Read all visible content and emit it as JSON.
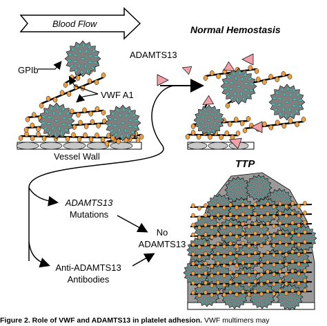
{
  "labels": {
    "blood_flow": "Blood Flow",
    "normal_hemostasis": "Normal Hemostasis",
    "adamts13_top": "ADAMTS13",
    "gpib": "GPIb",
    "vwf_a1": "VWF A1",
    "vessel_wall": "Vessel Wall",
    "ttp": "TTP",
    "adamts13_mutations_line1": "ADAMTS13",
    "adamts13_mutations_line2": "Mutations",
    "no_adamts13_line1": "No",
    "no_adamts13_line2": "ADAMTS13",
    "anti_line1": "Anti-ADAMTS13",
    "anti_line2": "Antibodies"
  },
  "caption": {
    "bold": "Figure 2. Role of VWF and ADAMTS13 in platelet adhesion.",
    "rest": " VWF multimers may"
  },
  "colors": {
    "platelet": "#7f7f7f",
    "granule": "#4fb8b0",
    "vwf_bead": "#f0a040",
    "adamts13": "#f4a0a8",
    "cell": "#c8c8c8"
  }
}
